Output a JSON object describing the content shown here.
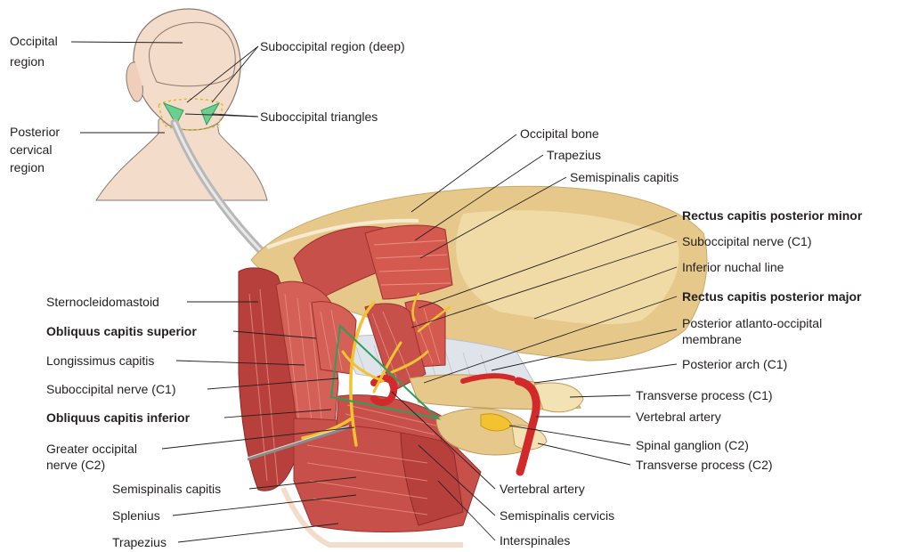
{
  "labels": {
    "occipital_region_1": "Occipital",
    "occipital_region_2": "region",
    "posterior_cervical_1": "Posterior",
    "posterior_cervical_2": "cervical",
    "posterior_cervical_3": "region",
    "suboccipital_region_deep": "Suboccipital region (deep)",
    "suboccipital_triangles": "Suboccipital triangles",
    "occipital_bone": "Occipital bone",
    "trapezius_top": "Trapezius",
    "semispinalis_capitis_top": "Semispinalis  capitis",
    "rectus_minor": "Rectus capitis posterior minor",
    "suboccipital_nerve_right": "Suboccipital nerve (C1)",
    "inferior_nuchal_line": "Inferior nuchal line",
    "rectus_major": "Rectus capitis posterior major",
    "posterior_atlanto_1": "Posterior atlanto-occipital",
    "posterior_atlanto_2": "membrane",
    "posterior_arch": "Posterior arch (C1)",
    "transverse_c1": "Transverse process (C1)",
    "vertebral_artery_right": "Vertebral artery",
    "spinal_ganglion": "Spinal ganglion (C2)",
    "transverse_c2": "Transverse process (C2)",
    "sternocleidomastoid": "Sternocleidomastoid",
    "obliquus_superior": "Obliquus capitis superior",
    "longissimus": "Longissimus capitis",
    "suboccipital_nerve_left": "Suboccipital nerve (C1)",
    "obliquus_inferior": "Obliquus capitis inferior",
    "greater_occipital_1": "Greater occipital",
    "greater_occipital_2": "nerve (C2)",
    "semispinalis_capitis_bottom": "Semispinalis capitis",
    "splenius": "Splenius",
    "trapezius_bottom": "Trapezius",
    "vertebral_artery_bottom": "Vertebral artery",
    "semispinalis_cervicis": "Semispinalis cervicis",
    "interspinales": "Interspinales"
  },
  "colors": {
    "skin": "#f4dccb",
    "skin_outline": "#8a7a70",
    "bone": "#e6c98a",
    "bone_light": "#f3e2b4",
    "muscle": "#c8504a",
    "muscle_dark": "#9e2f2d",
    "muscle_light": "#e07a6e",
    "nerve": "#f2c230",
    "artery": "#d22a2a",
    "membrane": "#dfe3ea",
    "triangle": "#6ccf8f",
    "triangle_line": "#2e9e5a",
    "leader": "#231f20",
    "arrow": "#b8b8b8"
  }
}
